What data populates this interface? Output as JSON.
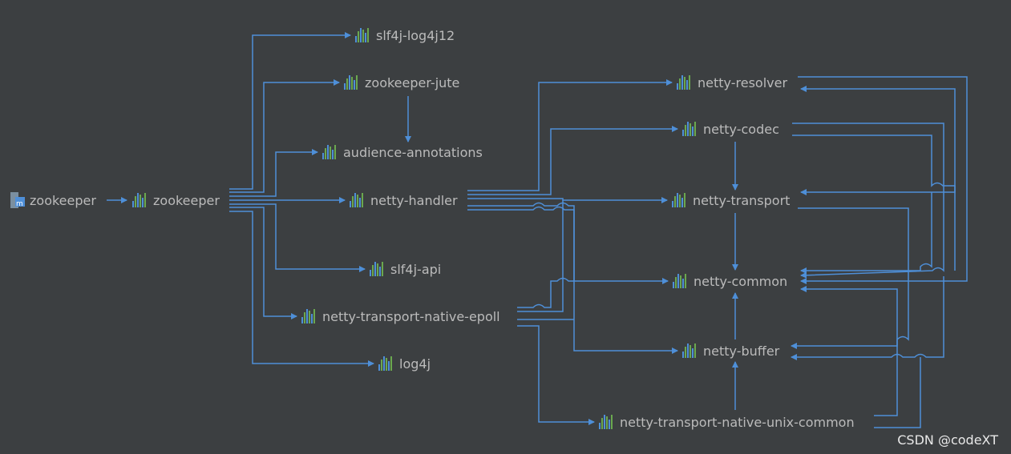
{
  "nodes": {
    "root": {
      "label": "zookeeper",
      "icon": "module-icon"
    },
    "zookeeper": {
      "label": "zookeeper",
      "icon": "library-icon"
    },
    "slf4j_log4j12": {
      "label": "slf4j-log4j12",
      "icon": "library-icon"
    },
    "zookeeper_jute": {
      "label": "zookeeper-jute",
      "icon": "library-icon"
    },
    "audience_annotations": {
      "label": "audience-annotations",
      "icon": "library-icon"
    },
    "netty_handler": {
      "label": "netty-handler",
      "icon": "library-icon"
    },
    "slf4j_api": {
      "label": "slf4j-api",
      "icon": "library-icon"
    },
    "netty_transport_native_epoll": {
      "label": "netty-transport-native-epoll",
      "icon": "library-icon"
    },
    "log4j": {
      "label": "log4j",
      "icon": "library-icon"
    },
    "netty_resolver": {
      "label": "netty-resolver",
      "icon": "library-icon"
    },
    "netty_codec": {
      "label": "netty-codec",
      "icon": "library-icon"
    },
    "netty_transport": {
      "label": "netty-transport",
      "icon": "library-icon"
    },
    "netty_common": {
      "label": "netty-common",
      "icon": "library-icon"
    },
    "netty_buffer": {
      "label": "netty-buffer",
      "icon": "library-icon"
    },
    "netty_transport_native_unix_common": {
      "label": "netty-transport-native-unix-common",
      "icon": "library-icon"
    }
  },
  "edges": [
    [
      "root",
      "zookeeper"
    ],
    [
      "zookeeper",
      "slf4j_log4j12"
    ],
    [
      "zookeeper",
      "zookeeper_jute"
    ],
    [
      "zookeeper",
      "audience_annotations"
    ],
    [
      "zookeeper",
      "netty_handler"
    ],
    [
      "zookeeper",
      "slf4j_api"
    ],
    [
      "zookeeper",
      "netty_transport_native_epoll"
    ],
    [
      "zookeeper",
      "log4j"
    ],
    [
      "zookeeper_jute",
      "audience_annotations"
    ],
    [
      "netty_handler",
      "netty_resolver"
    ],
    [
      "netty_handler",
      "netty_codec"
    ],
    [
      "netty_handler",
      "netty_transport"
    ],
    [
      "netty_handler",
      "netty_common"
    ],
    [
      "netty_handler",
      "netty_buffer"
    ],
    [
      "netty_codec",
      "netty_transport"
    ],
    [
      "netty_transport",
      "netty_common"
    ],
    [
      "netty_buffer",
      "netty_common"
    ],
    [
      "netty_transport_native_unix_common",
      "netty_buffer"
    ],
    [
      "netty_transport_native_epoll",
      "netty_transport_native_unix_common"
    ],
    [
      "netty_transport_native_epoll",
      "netty_buffer"
    ],
    [
      "netty_transport_native_epoll",
      "netty_common"
    ],
    [
      "netty_transport_native_epoll",
      "netty_transport"
    ],
    [
      "netty_resolver",
      "netty_common"
    ],
    [
      "netty_codec",
      "netty_buffer"
    ],
    [
      "netty_codec",
      "netty_common"
    ],
    [
      "netty_transport",
      "netty_buffer"
    ],
    [
      "netty_transport_native_unix_common",
      "netty_common"
    ]
  ],
  "colors": {
    "background": "#3c3f41",
    "edge": "#4e8fd8",
    "text": "#bbbbbb",
    "bar_green": "#6aa84f",
    "bar_blue": "#4e8fd8"
  },
  "watermark": "CSDN @codeXT"
}
